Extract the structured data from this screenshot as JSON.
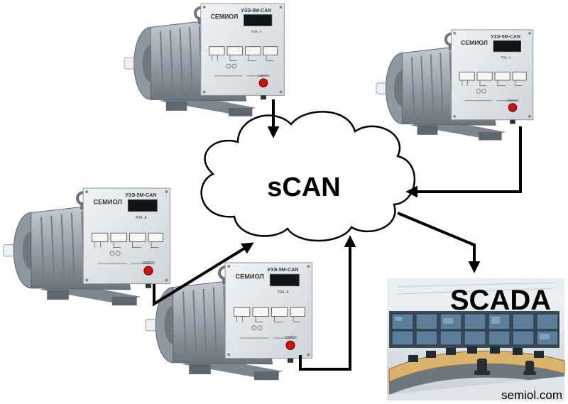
{
  "cloud": {
    "label": "sCAN"
  },
  "scada": {
    "label": "SCADA"
  },
  "credit": {
    "text": "semiol.com"
  },
  "device": {
    "brand": "СЕМИОЛ",
    "model": "УЗЭ-5М-CAN",
    "current_label": "ТОК, А",
    "reset_label": "СБРОС"
  },
  "colors": {
    "arrow": "#000000",
    "motor_body": "#9aa3ad",
    "panel": "#e4e7ea",
    "reset_button": "#cc1111",
    "display": "#101418",
    "scada_screen": "#5b7f9b"
  }
}
